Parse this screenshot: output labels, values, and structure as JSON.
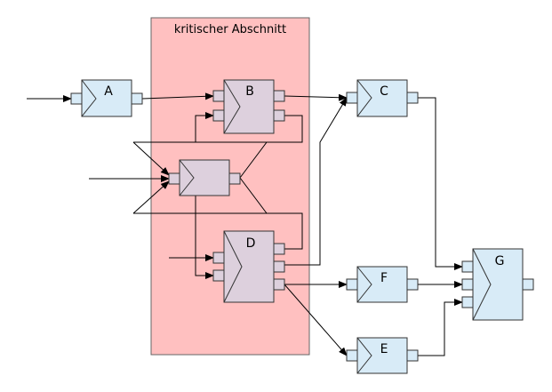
{
  "critical_section": {
    "label": "kritischer Abschnitt",
    "fill": "#ffc0c0",
    "stroke": "#666666"
  },
  "colors": {
    "block_blue": "#d8ebf7",
    "block_gray": "#ddd0dd",
    "stroke": "#333333",
    "wire": "#000000",
    "page_background": "#ffffff"
  },
  "blocks": {
    "a": "A",
    "b": "B",
    "c": "C",
    "d": "D",
    "e": "E",
    "f": "F",
    "g": "G",
    "unnamed": ""
  }
}
